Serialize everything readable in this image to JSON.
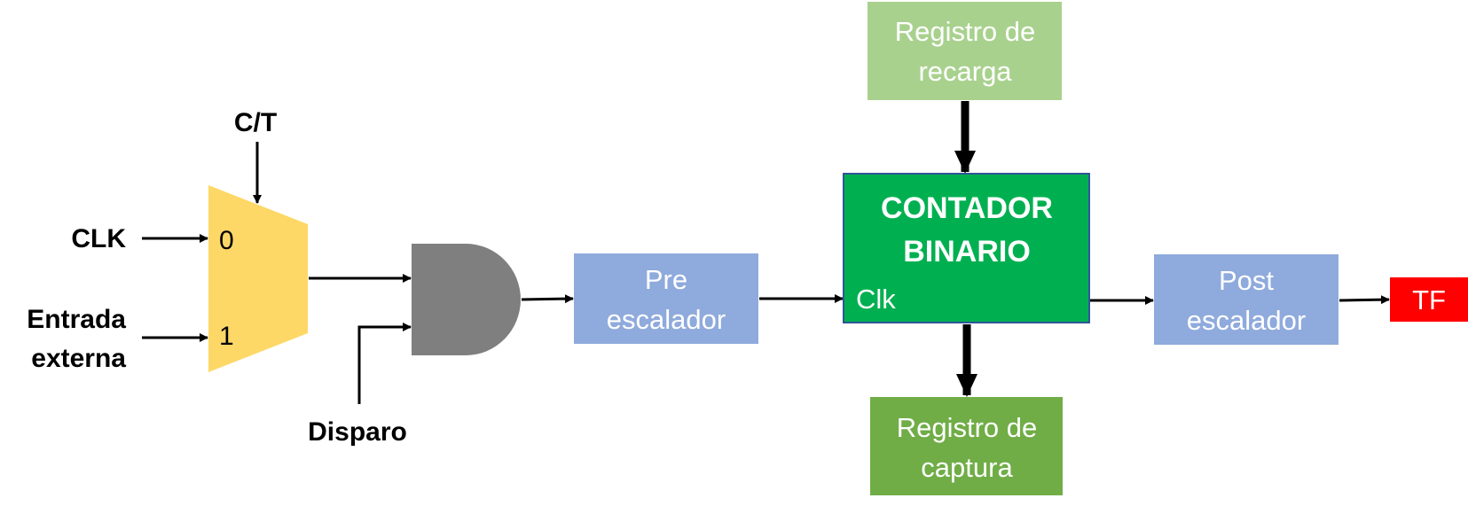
{
  "inputs": {
    "clk": "CLK",
    "ct": "C/T",
    "external_line1": "Entrada",
    "external_line2": "externa",
    "trigger": "Disparo"
  },
  "mux": {
    "input0": "0",
    "input1": "1",
    "color": "#FDD866"
  },
  "and_gate": {
    "color": "#7F7F7F"
  },
  "prescaler": {
    "line1": "Pre",
    "line2": "escalador",
    "color": "#8FAADC"
  },
  "counter": {
    "line1": "CONTADOR",
    "line2": "BINARIO",
    "clk_label": "Clk",
    "color": "#00B050"
  },
  "reload_register": {
    "line1": "Registro de",
    "line2": "recarga",
    "color": "#A9D18E"
  },
  "capture_register": {
    "line1": "Registro de",
    "line2": "captura",
    "color": "#70AD47"
  },
  "postscaler": {
    "line1": "Post",
    "line2": "escalador",
    "color": "#8FAADC"
  },
  "tf_flag": {
    "label": "TF",
    "color": "#FF0000"
  }
}
